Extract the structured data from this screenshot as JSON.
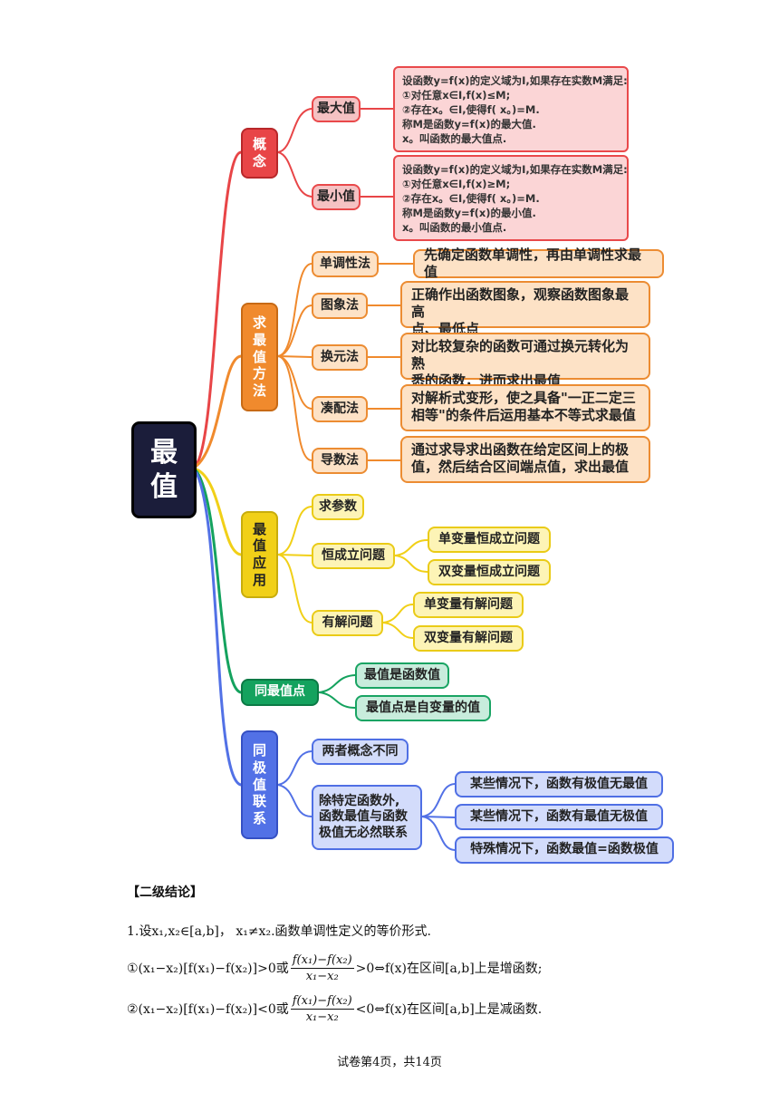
{
  "mindmap": {
    "root": "最值",
    "concept": {
      "label": "概念",
      "max": {
        "label": "最大值",
        "definition": [
          "设函数y=f(x)的定义域为I,如果存在实数M满足:",
          "①对任意x∈I,f(x)≤M;",
          "②存在x。∈I,使得f( x。)=M.",
          "称M是函数y=f(x)的最大值.",
          "x。叫函数的最大值点."
        ]
      },
      "min": {
        "label": "最小值",
        "definition": [
          "设函数y=f(x)的定义域为I,如果存在实数M满足:",
          "①对任意x∈I,f(x)≥M;",
          "②存在x。∈I,使得f( x。)=M.",
          "称M是函数y=f(x)的最小值.",
          "x。叫函数的最小值点."
        ]
      }
    },
    "methods": {
      "label": [
        "求",
        "最",
        "值",
        "方",
        "法"
      ],
      "items": [
        {
          "name": "单调性法",
          "desc": [
            "先确定函数单调性，再由单调性求最值"
          ]
        },
        {
          "name": "图象法",
          "desc": [
            "正确作出函数图象，观察函数图象最高",
            "点、最低点"
          ]
        },
        {
          "name": "换元法",
          "desc": [
            "对比较复杂的函数可通过换元转化为熟",
            "悉的函数，进而求出最值"
          ]
        },
        {
          "name": "凑配法",
          "desc": [
            "对解析式变形，使之具备\"一正二定三",
            "相等\"的条件后运用基本不等式求最值"
          ]
        },
        {
          "name": "导数法",
          "desc": [
            "通过求导求出函数在给定区间上的极",
            "值，然后结合区间端点值，求出最值"
          ]
        }
      ]
    },
    "applications": {
      "label": [
        "最",
        "值",
        "应",
        "用"
      ],
      "param": "求参数",
      "always": {
        "label": "恒成立问题",
        "items": [
          "单变量恒成立问题",
          "双变量恒成立问题"
        ]
      },
      "solvable": {
        "label": "有解问题",
        "items": [
          "单变量有解问题",
          "双变量有解问题"
        ]
      }
    },
    "same_point": {
      "label": "同最值点",
      "items": [
        "最值是函数值",
        "最值点是自变量的值"
      ]
    },
    "extreme": {
      "label": [
        "同",
        "极",
        "值",
        "联",
        "系"
      ],
      "different": "两者概念不同",
      "no_relation": [
        "除特定函数外,",
        "函数最值与函数",
        "极值无必然联系"
      ],
      "cases": [
        "某些情况下，函数有极值无最值",
        "某些情况下，函数有最值无极值",
        "特殊情况下，函数最值=函数极值"
      ]
    }
  },
  "conclusion": {
    "heading": "【二级结论】",
    "line1": "1.设x₁,x₂∈[a,b]， x₁≠x₂.函数单调性定义的等价形式.",
    "line2": {
      "lead": "①(x₁−x₂)[f(x₁)−f(x₂)]>0或",
      "num": "f(x₁)−f(x₂)",
      "den": "x₁−x₂",
      "tail": ">0⇔f(x)在区间[a,b]上是增函数;"
    },
    "line3": {
      "lead": "②(x₁−x₂)[f(x₁)−f(x₂)]<0或",
      "num": "f(x₁)−f(x₂)",
      "den": "x₁−x₂",
      "tail": "<0⇔f(x)在区间[a,b]上是减函数."
    }
  },
  "footer": "试卷第4页，共14页",
  "colors": {
    "red": "#e84547",
    "orange": "#f08a2d",
    "yellow": "#f1d018",
    "green": "#14a25e",
    "blue": "#5271e6",
    "root": "#1b1d3a"
  }
}
